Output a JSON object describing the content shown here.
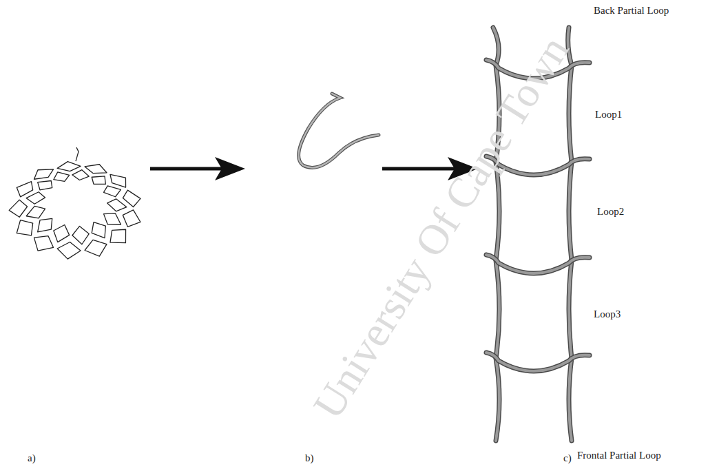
{
  "diagram": {
    "labels": [
      "Back Partial Loop",
      "Loop1",
      "Loop2",
      "Loop3",
      "Frontal Partial Loop",
      "a)",
      "b)",
      "c)",
      "University Of Cape Town"
    ]
  }
}
